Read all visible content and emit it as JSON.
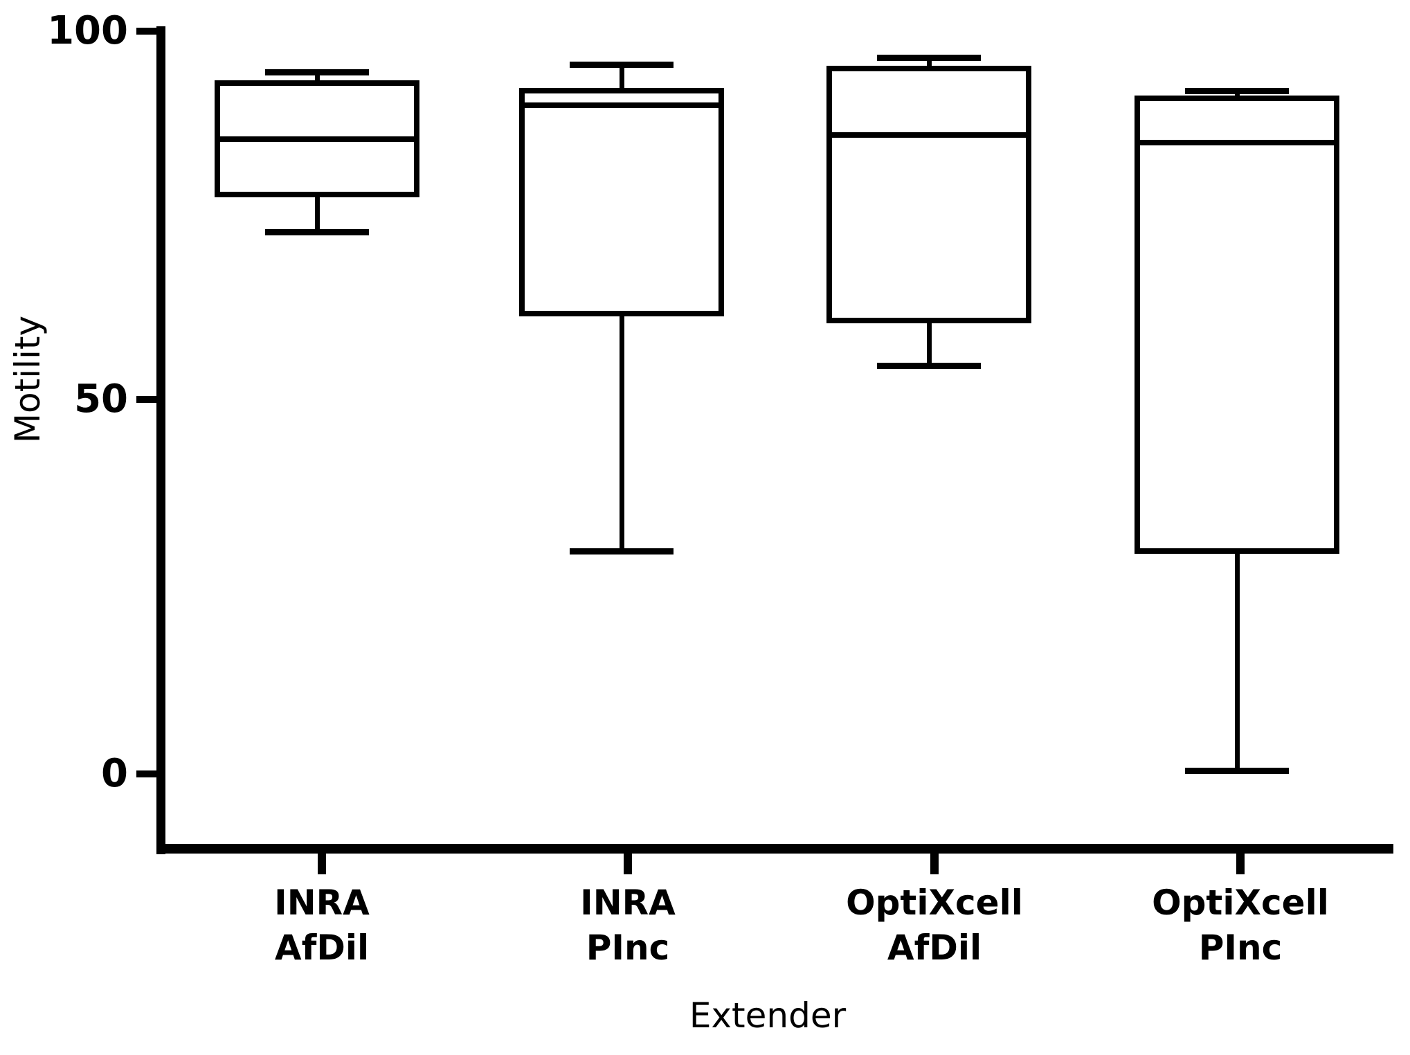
{
  "chart_data": {
    "type": "boxplot",
    "title": "",
    "xlabel": "Extender",
    "ylabel": "Motility",
    "ylim": [
      0,
      100
    ],
    "yticks": [
      0,
      50,
      100
    ],
    "grid": false,
    "legend": "none",
    "categories": [
      "INRA AfDil",
      "INRA PInc",
      "OptiXcell AfDil",
      "OptiXcell PInc"
    ],
    "boxes": [
      {
        "category": "INRA AfDil",
        "label_lines": [
          "INRA",
          "AfDil"
        ],
        "whisker_low": 73,
        "q1": 78,
        "median": 85.5,
        "q3": 93,
        "whisker_high": 94.5
      },
      {
        "category": "INRA PInc",
        "label_lines": [
          "INRA",
          "PInc"
        ],
        "whisker_low": 30,
        "q1": 62,
        "median": 90,
        "q3": 92,
        "whisker_high": 95.5
      },
      {
        "category": "OptiXcell AfDil",
        "label_lines": [
          "OptiXcell",
          "AfDil"
        ],
        "whisker_low": 55,
        "q1": 61,
        "median": 86,
        "q3": 95,
        "whisker_high": 96.5
      },
      {
        "category": "OptiXcell PInc",
        "label_lines": [
          "OptiXcell",
          "PInc"
        ],
        "whisker_low": 0.5,
        "q1": 30,
        "median": 85,
        "q3": 91,
        "whisker_high": 92
      }
    ]
  }
}
